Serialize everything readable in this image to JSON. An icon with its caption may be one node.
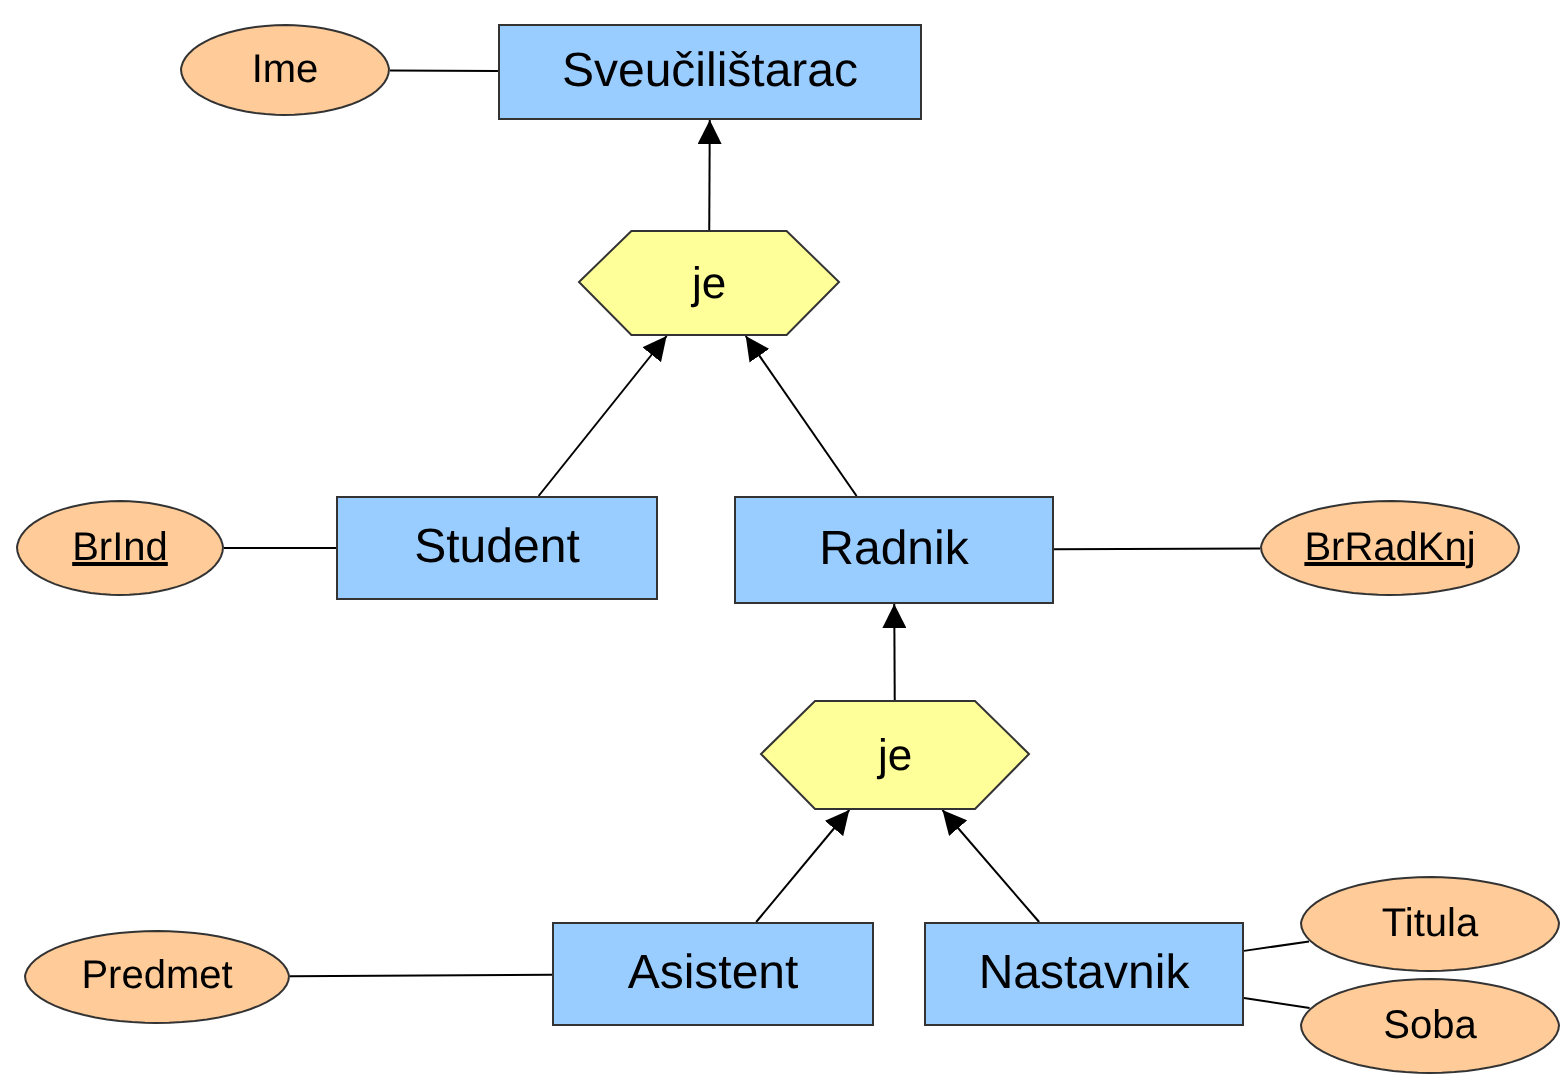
{
  "diagram": {
    "nodes": [
      {
        "text": [
          "Sveučilištarac"
        ]
      },
      {
        "text": [
          "Ime"
        ]
      },
      {
        "text": [
          "je"
        ]
      },
      {
        "text": [
          "BrInd"
        ]
      },
      {
        "text": [
          "Student"
        ]
      },
      {
        "text": [
          "Radnik"
        ]
      },
      {
        "text": [
          "BrRadKnj"
        ]
      },
      {
        "text": [
          "je"
        ]
      },
      {
        "text": [
          "Predmet"
        ]
      },
      {
        "text": [
          "Asistent"
        ]
      },
      {
        "text": [
          "Nastavnik"
        ]
      },
      {
        "text": [
          "Titula"
        ]
      },
      {
        "text": [
          "Soba"
        ]
      }
    ],
    "edges": [
      {
        "from": 1,
        "to": 0,
        "arrow": "none"
      },
      {
        "from": 2,
        "to": 0,
        "arrow": "to"
      },
      {
        "from": 4,
        "to": 2,
        "arrow": "to"
      },
      {
        "from": 5,
        "to": 2,
        "arrow": "to"
      },
      {
        "from": 3,
        "to": 4,
        "arrow": "none"
      },
      {
        "from": 5,
        "to": 6,
        "arrow": "none"
      },
      {
        "from": 7,
        "to": 5,
        "arrow": "to"
      },
      {
        "from": 9,
        "to": 7,
        "arrow": "to"
      },
      {
        "from": 10,
        "to": 7,
        "arrow": "to"
      },
      {
        "from": 8,
        "to": 9,
        "arrow": "none"
      },
      {
        "from": 10,
        "to": 11,
        "arrow": "none"
      },
      {
        "from": 10,
        "to": 12,
        "arrow": "none"
      }
    ]
  }
}
